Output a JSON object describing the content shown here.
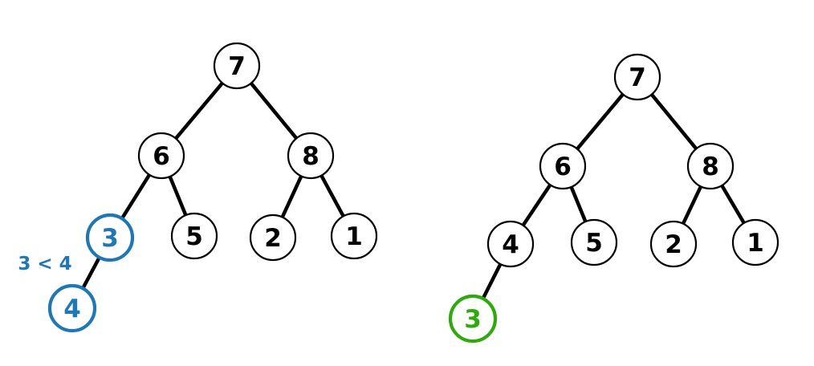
{
  "colors": {
    "default": "#000000",
    "compare": "#1f78b4",
    "settled": "#2eaa0e"
  },
  "trees": [
    {
      "nodes": [
        {
          "id": "a7",
          "label": "7",
          "state": "default"
        },
        {
          "id": "a6",
          "label": "6",
          "state": "default"
        },
        {
          "id": "a8",
          "label": "8",
          "state": "default"
        },
        {
          "id": "a3",
          "label": "3",
          "state": "compare"
        },
        {
          "id": "a5",
          "label": "5",
          "state": "default"
        },
        {
          "id": "a2",
          "label": "2",
          "state": "default"
        },
        {
          "id": "a1",
          "label": "1",
          "state": "default"
        },
        {
          "id": "a4",
          "label": "4",
          "state": "compare"
        }
      ],
      "edges": [
        [
          "a7",
          "a6"
        ],
        [
          "a7",
          "a8"
        ],
        [
          "a6",
          "a3"
        ],
        [
          "a6",
          "a5"
        ],
        [
          "a8",
          "a2"
        ],
        [
          "a8",
          "a1"
        ],
        [
          "a3",
          "a4"
        ]
      ],
      "annotation": "3 < 4"
    },
    {
      "nodes": [
        {
          "id": "b7",
          "label": "7",
          "state": "default"
        },
        {
          "id": "b6",
          "label": "6",
          "state": "default"
        },
        {
          "id": "b8",
          "label": "8",
          "state": "default"
        },
        {
          "id": "b4",
          "label": "4",
          "state": "default"
        },
        {
          "id": "b5",
          "label": "5",
          "state": "default"
        },
        {
          "id": "b2",
          "label": "2",
          "state": "default"
        },
        {
          "id": "b1",
          "label": "1",
          "state": "default"
        },
        {
          "id": "b3",
          "label": "3",
          "state": "settled"
        }
      ],
      "edges": [
        [
          "b7",
          "b6"
        ],
        [
          "b7",
          "b8"
        ],
        [
          "b6",
          "b4"
        ],
        [
          "b6",
          "b5"
        ],
        [
          "b8",
          "b2"
        ],
        [
          "b8",
          "b1"
        ],
        [
          "b4",
          "b3"
        ]
      ],
      "annotation": ""
    }
  ]
}
